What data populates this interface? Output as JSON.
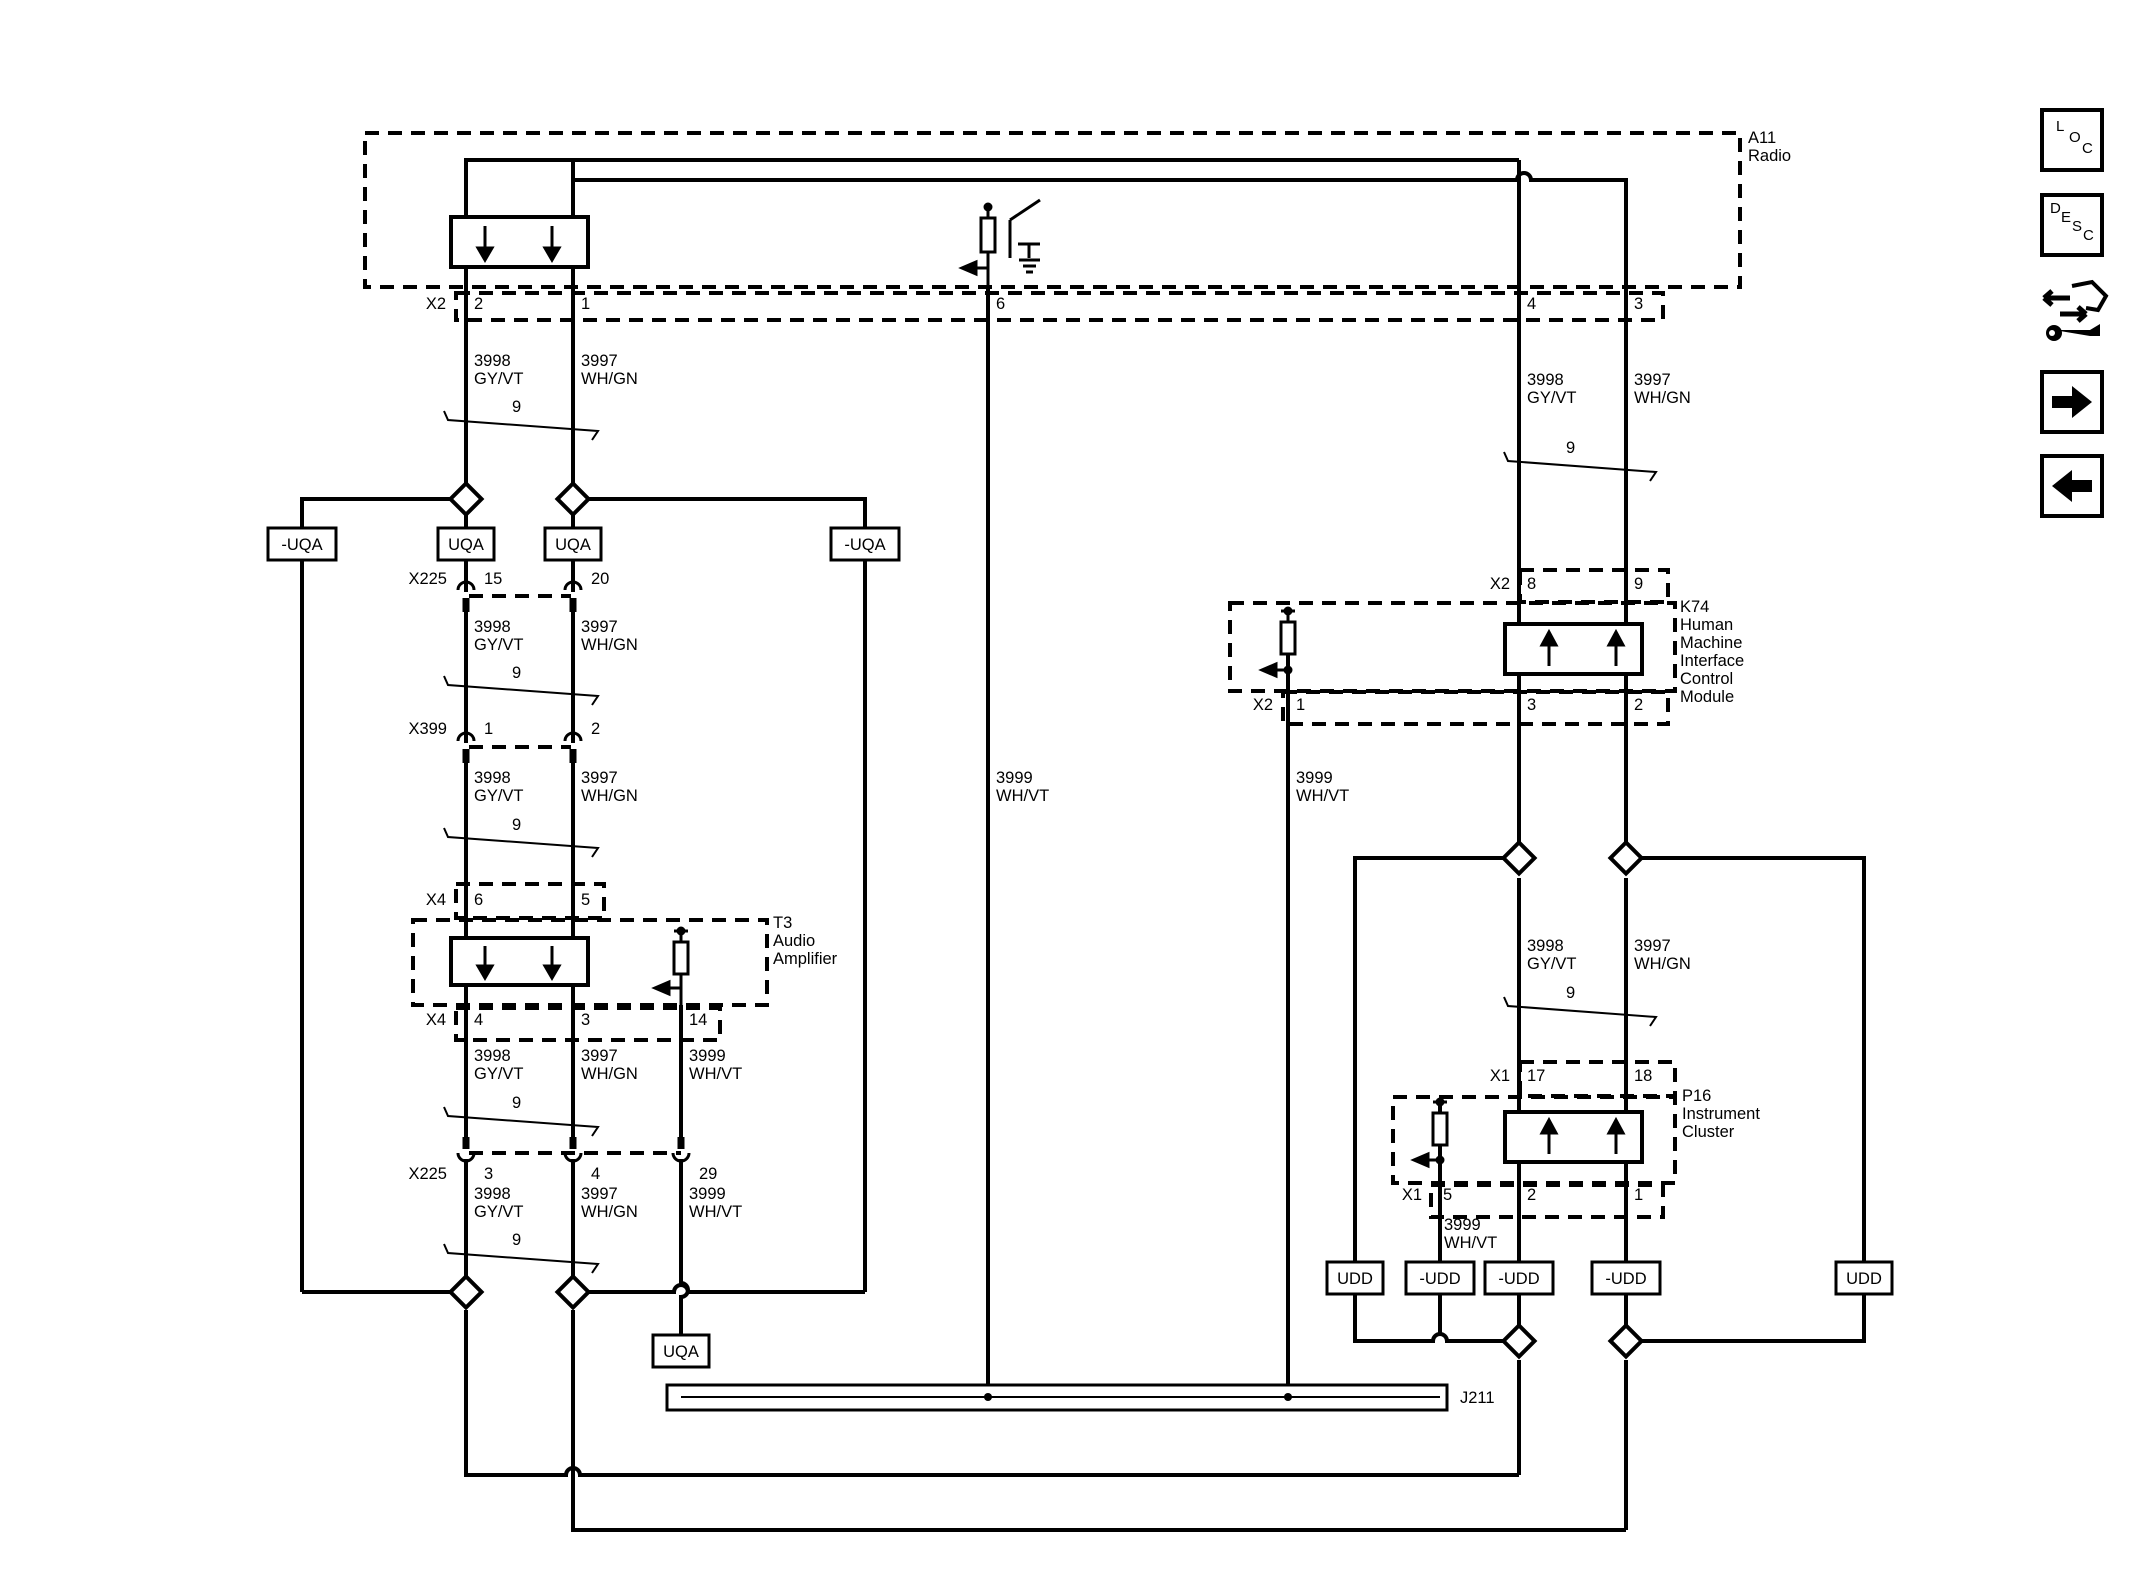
{
  "modules": {
    "radio": {
      "ref": "A11",
      "name": "Radio"
    },
    "amp": {
      "ref": "T3",
      "l1": "Audio",
      "l2": "Amplifier"
    },
    "hmi": {
      "ref": "K74",
      "l1": "Human",
      "l2": "Machine",
      "l3": "Interface",
      "l4": "Control",
      "l5": "Module"
    },
    "cluster": {
      "ref": "P16",
      "l1": "Instrument",
      "l2": "Cluster"
    }
  },
  "connectors": {
    "x2": "X2",
    "x225": "X225",
    "x399": "X399",
    "x4": "X4",
    "x1": "X1",
    "j211": "J211"
  },
  "pins": {
    "radio_2": "2",
    "radio_1": "1",
    "radio_6": "6",
    "radio_4": "4",
    "radio_3": "3",
    "x225a_15": "15",
    "x225a_20": "20",
    "x399_1": "1",
    "x399_2": "2",
    "amp_6": "6",
    "amp_5": "5",
    "amp_4": "4",
    "amp_3": "3",
    "amp_14": "14",
    "x225b_3": "3",
    "x225b_4": "4",
    "x225b_29": "29",
    "hmi_8": "8",
    "hmi_9": "9",
    "hmi_1": "1",
    "hmi_3": "3",
    "hmi_2": "2",
    "ic_17": "17",
    "ic_18": "18",
    "ic_5": "5",
    "ic_2": "2",
    "ic_1": "1"
  },
  "wires": {
    "c3998": "3998",
    "gyvt": "GY/VT",
    "c3997": "3997",
    "whgn": "WH/GN",
    "c3999": "3999",
    "whvt": "WH/VT",
    "twist": "9"
  },
  "options": {
    "uqa": "UQA",
    "not_uqa": "-UQA",
    "udd": "UDD",
    "not_udd": "-UDD"
  },
  "nav": {
    "loc": {
      "c1": "L",
      "c2": "O",
      "c3": "C"
    },
    "desc": {
      "c1": "D",
      "c2": "E",
      "c3": "S",
      "c4": "C"
    }
  }
}
